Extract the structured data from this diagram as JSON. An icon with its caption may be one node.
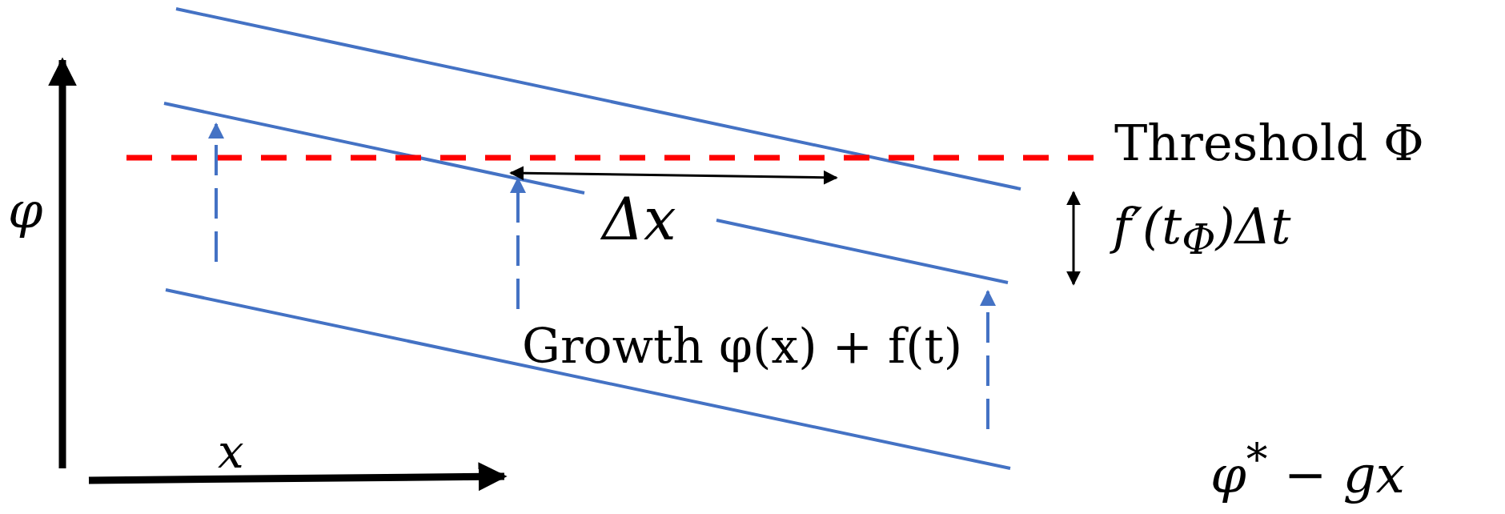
{
  "diagram": {
    "labels": [
      "Threshold Φ",
      "φ",
      "Δx",
      "f′(t$_{Φ}$)Δt",
      "Growth φ(x) + f(t)",
      "x",
      "φ$^{*}$ − gx"
    ]
  }
}
